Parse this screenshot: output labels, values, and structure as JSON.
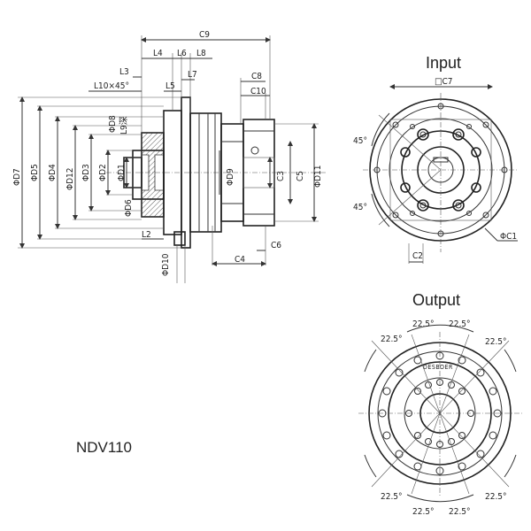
{
  "title_input": "Input",
  "title_output": "Output",
  "model": "NDV110",
  "side_view": {
    "top_dims": [
      "C9",
      "L4",
      "L6",
      "L8",
      "L3",
      "L10×45°",
      "L5",
      "L7",
      "C8",
      "C10"
    ],
    "left_dims": [
      "ΦD7",
      "ΦD5",
      "ΦD4",
      "ΦD12",
      "ΦD3",
      "ΦD2",
      "ΦD1",
      "ΦD6",
      "ΦD8",
      "L9深"
    ],
    "right_dims": [
      "ΦD9",
      "C3",
      "C5",
      "ΦD11"
    ],
    "bottom_dims": [
      "L2",
      "ΦD10",
      "C6",
      "C4"
    ]
  },
  "input_view": {
    "square_label": "□C7",
    "angle_top": "45°",
    "angle_bottom": "45°",
    "c1_label": "ΦC1",
    "c2_label": "C2"
  },
  "output_view": {
    "angle_labels": [
      "22.5°",
      "22.5°",
      "22.5°",
      "22.5°",
      "22.5°",
      "22.5°",
      "22.5°",
      "22.5°"
    ],
    "brand": "DESBOER"
  }
}
